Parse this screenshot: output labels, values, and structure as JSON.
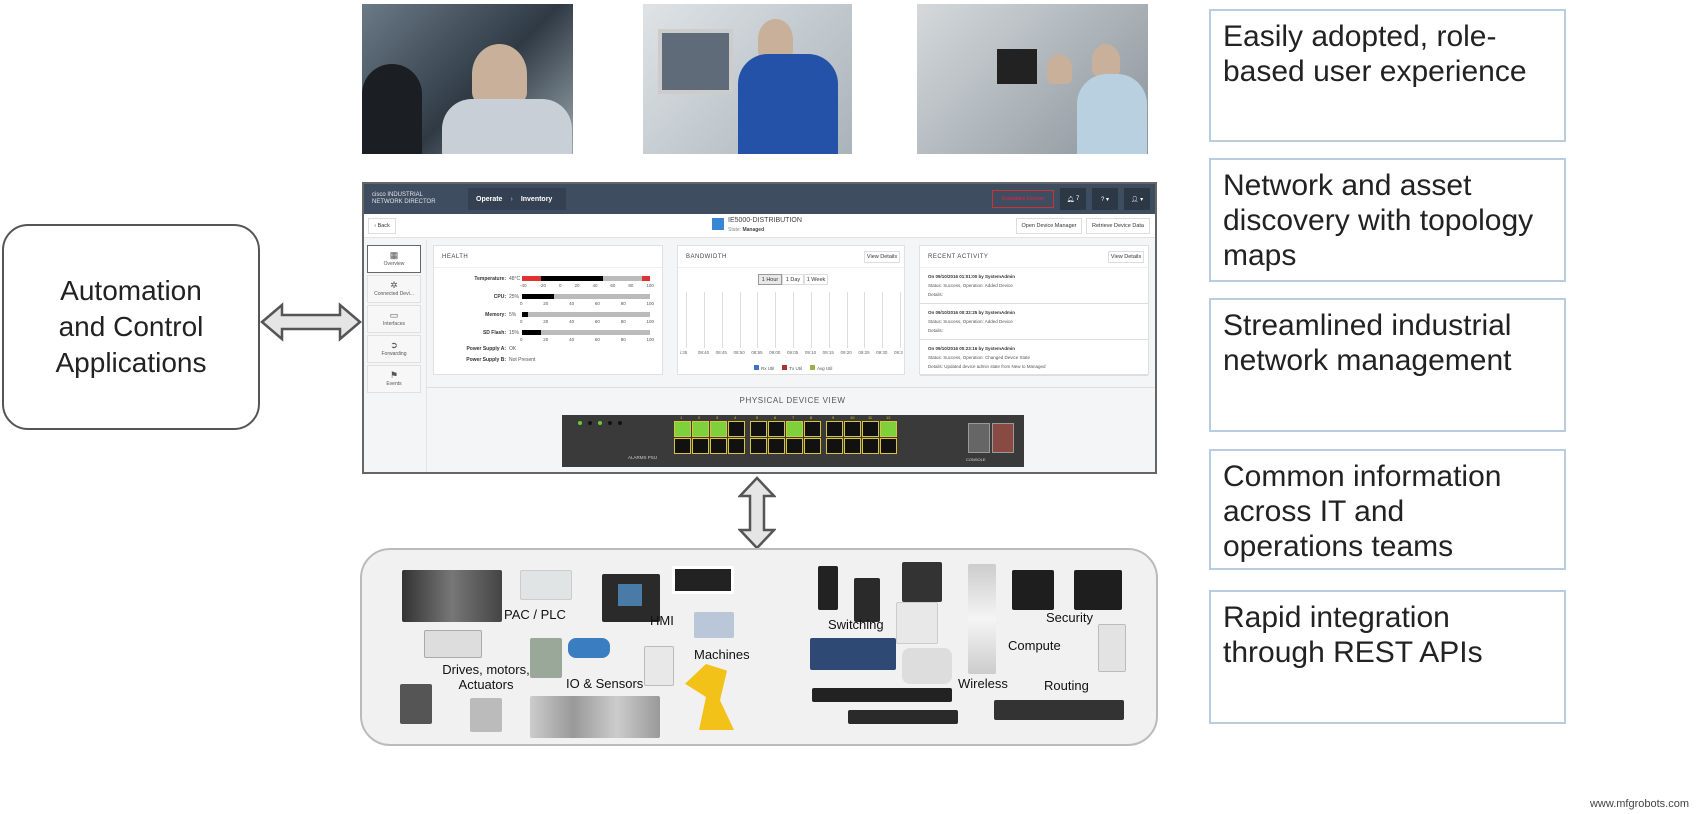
{
  "photos": [
    {
      "name": "operators-at-monitor"
    },
    {
      "name": "technician-at-hmi"
    },
    {
      "name": "engineers-at-workstation"
    }
  ],
  "benefits": [
    "Easily adopted, role-based user experience",
    "Network and asset discovery with topology maps",
    "Streamlined industrial network management",
    "Common information across IT and operations teams",
    "Rapid integration through REST APIs"
  ],
  "left_box": "Automation and Control Applications",
  "ui": {
    "logo_line1": "INDUSTRIAL",
    "logo_line2": "NETWORK DIRECTOR",
    "brand": "cisco",
    "breadcrumb": [
      "Operate",
      "Inventory"
    ],
    "license": "Evaluation License",
    "notifications": "7",
    "back": "Back",
    "device_name": "IE5000-DISTRIBUTION",
    "state_label": "State:",
    "state_value": "Managed",
    "open_device_manager": "Open Device Manager",
    "retrieve_device_data": "Retrieve Device Data",
    "sidebar": [
      "Overview",
      "Connected Devi...",
      "Interfaces",
      "Forwarding",
      "Events"
    ],
    "health": {
      "title": "HEALTH",
      "rows": [
        {
          "label": "Temperature:",
          "value": "48°C",
          "fraction": 0.63,
          "ticks": [
            "-40",
            "-20",
            "0",
            "20",
            "40",
            "60",
            "80",
            "100"
          ]
        },
        {
          "label": "CPU:",
          "value": "25%",
          "fraction": 0.25,
          "ticks": [
            "0",
            "20",
            "40",
            "60",
            "80",
            "100"
          ]
        },
        {
          "label": "Memory:",
          "value": "5%",
          "fraction": 0.05,
          "ticks": [
            "0",
            "20",
            "40",
            "60",
            "80",
            "100"
          ]
        },
        {
          "label": "SD Flash:",
          "value": "15%",
          "fraction": 0.15,
          "ticks": [
            "0",
            "20",
            "40",
            "60",
            "80",
            "100"
          ]
        }
      ],
      "power_a_label": "Power Supply A:",
      "power_a": "OK",
      "power_b_label": "Power Supply B:",
      "power_b": "Not Present"
    },
    "bandwidth": {
      "title": "BANDWIDTH",
      "view_details": "View Details",
      "ranges": [
        "1 Hour",
        "1 Day",
        "1 Week"
      ],
      "selected": "1 Hour",
      "times": [
        "i:35",
        "08:40",
        "08:45",
        "08:50",
        "08:55",
        "09:00",
        "09:05",
        "09:10",
        "09:15",
        "09:20",
        "09:25",
        "09:30",
        "09:3"
      ],
      "legend": [
        {
          "label": "Rx Util",
          "color": "#3b73c9"
        },
        {
          "label": "Tx Util",
          "color": "#a33"
        },
        {
          "label": "Avg Util",
          "color": "#9ab04a"
        }
      ]
    },
    "activity": {
      "title": "RECENT ACTIVITY",
      "view_details": "View Details",
      "items": [
        {
          "head": "On 09/10/2016 01:01:00 by SystemAdmin",
          "status": "Status: Success, Operation: Added Device",
          "details": "Details:"
        },
        {
          "head": "On 09/10/2016 00:32:25 by SystemAdmin",
          "status": "Status: Success, Operation: Added Device",
          "details": "Details:"
        },
        {
          "head": "On 09/10/2016 00:23:16 by SystemAdmin",
          "status": "Status: Success, Operation: Changed Device State",
          "details": "Details: Updated device admin state from New to Managed"
        }
      ]
    },
    "physical_view": {
      "title": "PHYSICAL DEVICE VIEW",
      "port_numbers": [
        "1",
        "2",
        "3",
        "4",
        "5",
        "6",
        "7",
        "8",
        "9",
        "10",
        "11",
        "12"
      ],
      "port_up": [
        true,
        true,
        true,
        false,
        false,
        false,
        true,
        false,
        false,
        false,
        false,
        true
      ],
      "alarms": "ALARMS",
      "psu": "PSU",
      "console": "CONSOLE"
    }
  },
  "devices": {
    "labels": [
      "PAC / PLC",
      "HMI",
      "Machines",
      "Drives, motors, Actuators",
      "IO & Sensors",
      "Switching",
      "Security",
      "Compute",
      "Wireless",
      "Routing"
    ]
  },
  "watermark": "www.mfgrobots.com"
}
